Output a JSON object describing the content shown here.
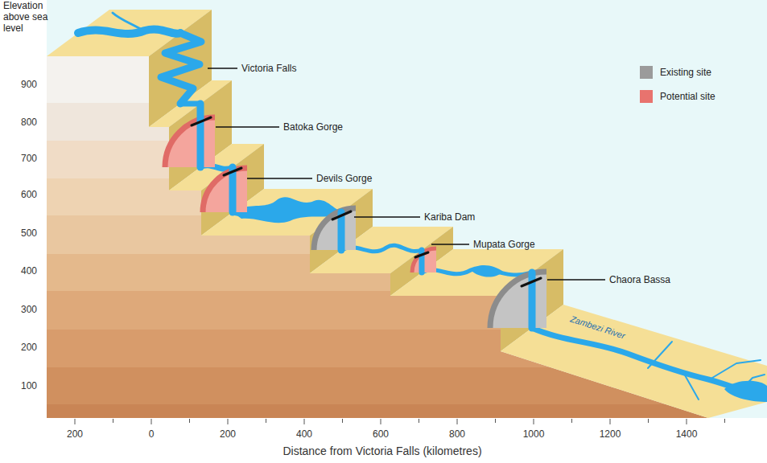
{
  "diagram": {
    "labels": [
      "Elevation above sea level",
      "900",
      "800",
      "700",
      "600",
      "500",
      "400",
      "300",
      "200",
      "100",
      "200",
      "0",
      "200",
      "400",
      "600",
      "800",
      "1000",
      "1200",
      "1400",
      "Distance from Victoria Falls (kilometres)",
      "Victoria Falls",
      "Batoka Gorge",
      "Devils Gorge",
      "Kariba Dam",
      "Mupata Gorge",
      "Chaora Bassa",
      "Zambezi River"
    ],
    "legend": [
      {
        "text": "Existing site",
        "color": "#9b9b9b"
      },
      {
        "text": "Potential site",
        "color": "#e8736e"
      }
    ]
  }
}
